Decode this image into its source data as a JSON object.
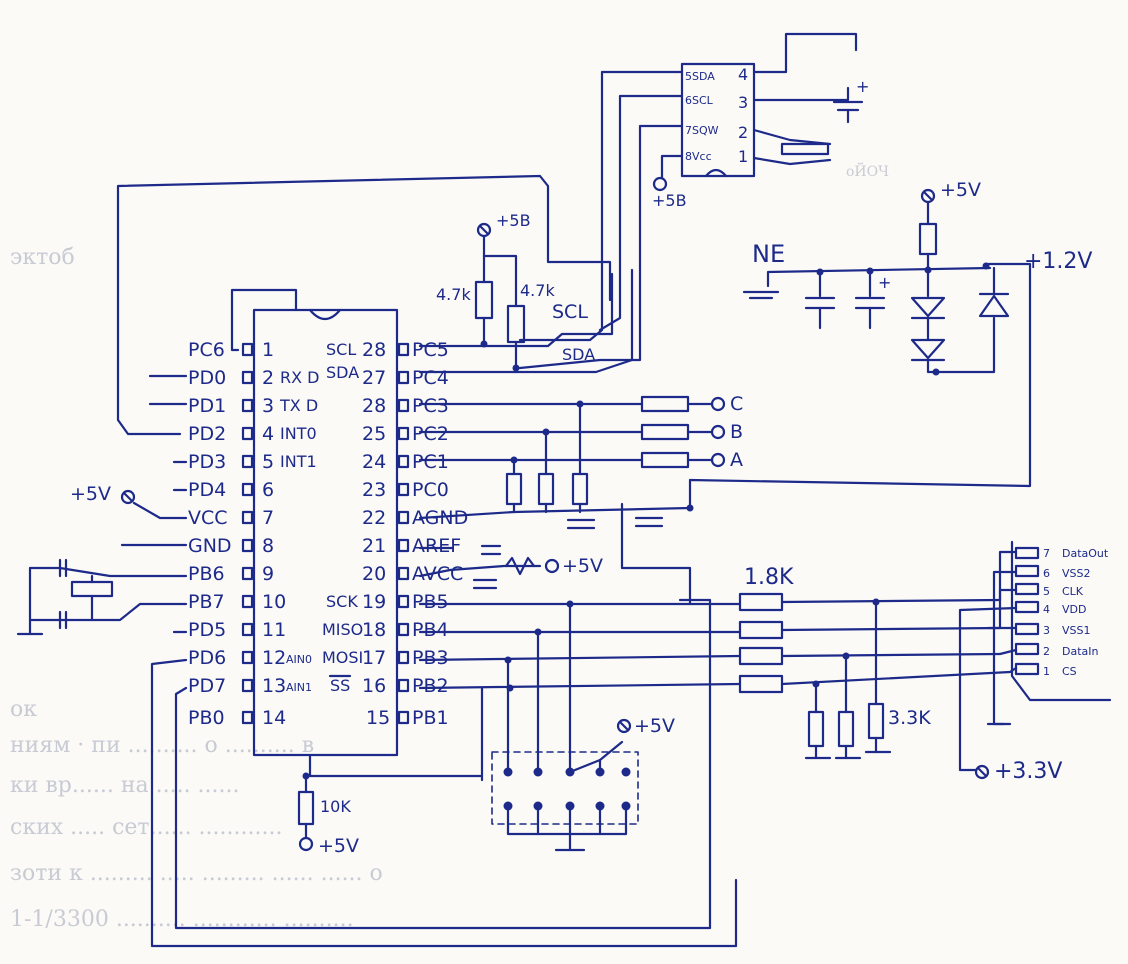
{
  "bleed_text": [
    "ок",
    "ниям ·  пи ..........  о ..........  в",
    "ки вр...... на ..... ......",
    "ских ..... сет...... ............",
    "зоти к ......... ..... ......... ...... ...... о",
    "1-1/3300  .......... ............ ..........",
    "эктоб",
    "оЙОЧ"
  ],
  "mcu": {
    "left_pins": [
      {
        "num": "1",
        "name": "PC6",
        "func": ""
      },
      {
        "num": "2",
        "name": "PD0",
        "func": "RX D"
      },
      {
        "num": "3",
        "name": "PD1",
        "func": "TX D"
      },
      {
        "num": "4",
        "name": "PD2",
        "func": "INT0"
      },
      {
        "num": "5",
        "name": "PD3",
        "func": "INT1"
      },
      {
        "num": "6",
        "name": "PD4",
        "func": ""
      },
      {
        "num": "7",
        "name": "VCC",
        "func": ""
      },
      {
        "num": "8",
        "name": "GND",
        "func": ""
      },
      {
        "num": "9",
        "name": "PB6",
        "func": ""
      },
      {
        "num": "10",
        "name": "PB7",
        "func": ""
      },
      {
        "num": "11",
        "name": "PD5",
        "func": ""
      },
      {
        "num": "12",
        "name": "PD6",
        "func": "AIN0"
      },
      {
        "num": "13",
        "name": "PD7",
        "func": "AIN1"
      },
      {
        "num": "14",
        "name": "PB0",
        "func": ""
      }
    ],
    "right_pins": [
      {
        "num": "28",
        "name": "PC5",
        "func": "SCL"
      },
      {
        "num": "27",
        "name": "PC4",
        "func": "SDA"
      },
      {
        "num": "28",
        "name": "PC3",
        "func": ""
      },
      {
        "num": "25",
        "name": "PC2",
        "func": ""
      },
      {
        "num": "24",
        "name": "PC1",
        "func": ""
      },
      {
        "num": "23",
        "name": "PC0",
        "func": ""
      },
      {
        "num": "22",
        "name": "AGND",
        "func": ""
      },
      {
        "num": "21",
        "name": "AREF",
        "func": ""
      },
      {
        "num": "20",
        "name": "AVCC",
        "func": ""
      },
      {
        "num": "19",
        "name": "PB5",
        "func": "SCK"
      },
      {
        "num": "18",
        "name": "PB4",
        "func": "MISO"
      },
      {
        "num": "17",
        "name": "PB3",
        "func": "MOSI"
      },
      {
        "num": "16",
        "name": "PB2",
        "func": "SS"
      },
      {
        "num": "15",
        "name": "PB1",
        "func": ""
      }
    ]
  },
  "rtc": {
    "left": [
      "5SDA",
      "6SCL",
      "7SQW",
      "8Vcc"
    ],
    "right": [
      "4",
      "3",
      "2",
      "1"
    ],
    "supply": "+5B"
  },
  "labels": {
    "plus5b_top": "+5B",
    "r1": "4.7k",
    "r2": "4.7k",
    "scl": "SCL",
    "sda": "SDA",
    "out_c": "C",
    "out_b": "B",
    "out_a": "A",
    "vcc_left": "+5V",
    "aref_supply": "+5V",
    "ne": "NE",
    "plus5v_right": "+5V",
    "plus12v": "+1.2V",
    "r18k": "1.8K",
    "r33k": "3.3K",
    "r10k": "10K",
    "plus5v_bottom": "+5V",
    "plus5v_header": "+5V",
    "plus33v": "+3.3V"
  },
  "card": {
    "pins": [
      {
        "num": "7",
        "name": "DataOut"
      },
      {
        "num": "6",
        "name": "VSS2"
      },
      {
        "num": "5",
        "name": "CLK"
      },
      {
        "num": "4",
        "name": "VDD"
      },
      {
        "num": "3",
        "name": "VSS1"
      },
      {
        "num": "2",
        "name": "DataIn"
      },
      {
        "num": "1",
        "name": "CS"
      }
    ]
  }
}
